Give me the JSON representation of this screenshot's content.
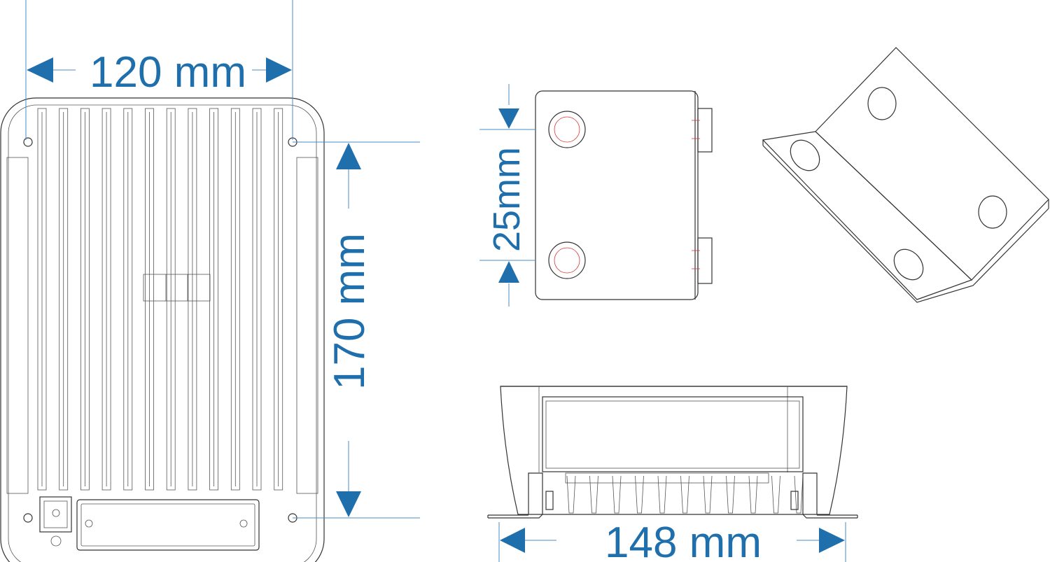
{
  "dimensions": {
    "width": "120 mm",
    "height": "170 mm",
    "hole_spacing": "25mm",
    "depth": "148 mm"
  },
  "colors": {
    "dimension": "#1f6fad",
    "outline": "#333333",
    "hole_marker": "#dd3333"
  }
}
